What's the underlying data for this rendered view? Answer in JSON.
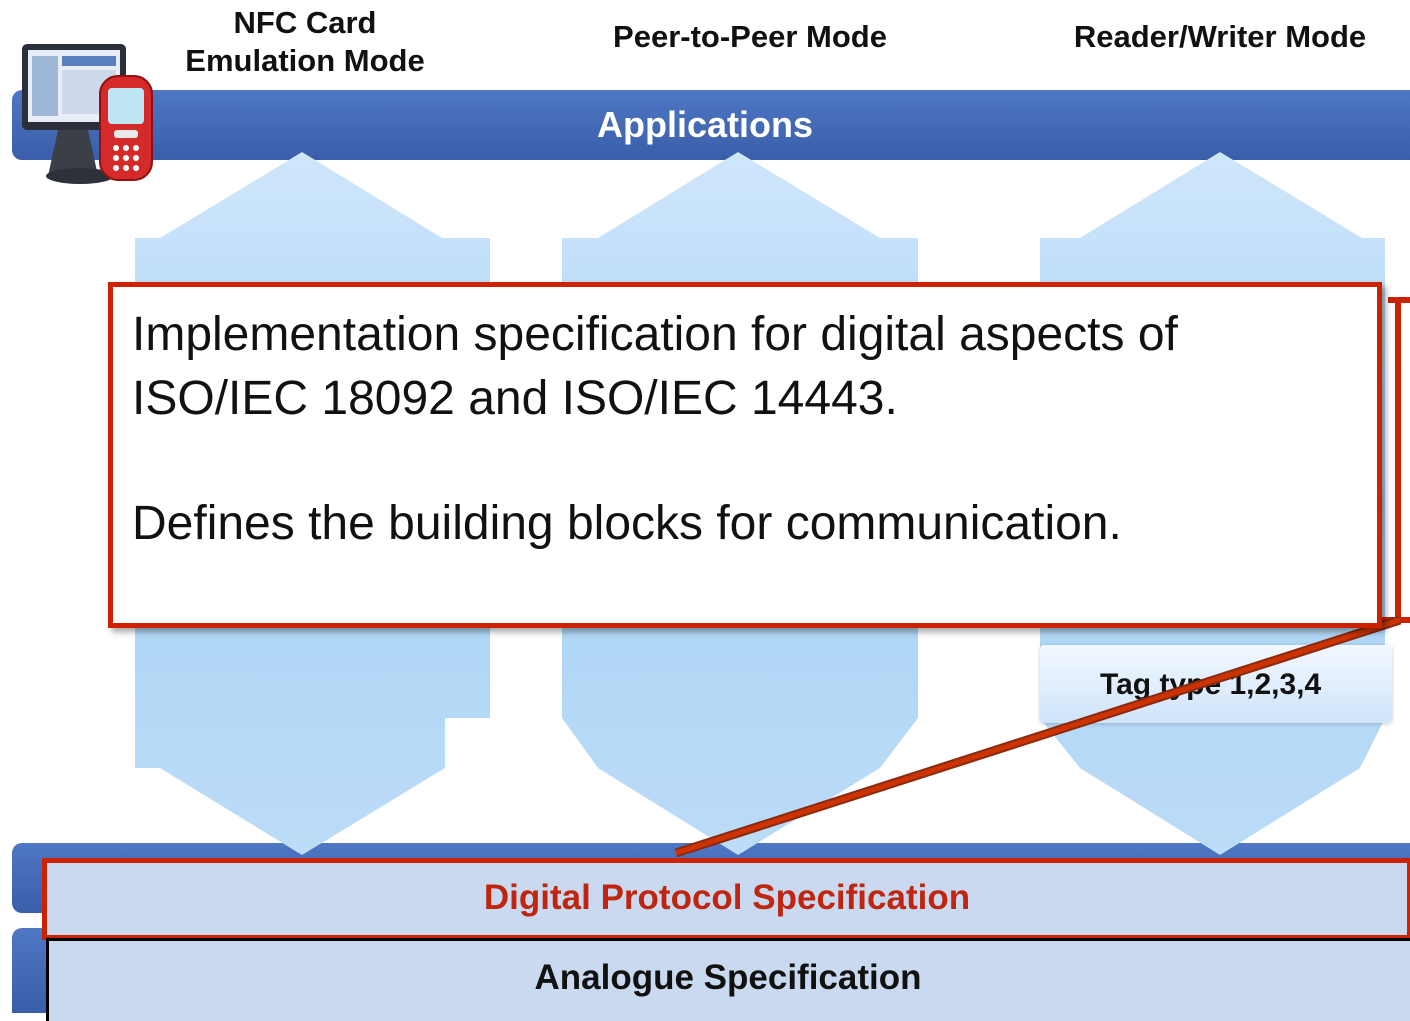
{
  "modes": {
    "nfc_card_emulation": "NFC Card\nEmulation Mode",
    "peer_to_peer": "Peer-to-Peer Mode",
    "reader_writer": "Reader/Writer Mode"
  },
  "layers": {
    "applications": "Applications",
    "digital_protocol": "Digital Protocol Specification",
    "analogue": "Analogue Specification"
  },
  "tag_types": "Tag type 1,2,3,4",
  "callout": {
    "line1": "Implementation specification for digital aspects of ISO/IEC 18092 and ISO/IEC 14443.",
    "line2": "Defines the building blocks for communication."
  },
  "colors": {
    "applications_bar": "#3f63b0",
    "highlight_border": "#cc2200",
    "digital_text": "#c0260f",
    "layer_fill": "#c8d9f0",
    "arrow_fill": "#a9d3f5"
  },
  "icons": [
    "computer-monitor-icon",
    "mobile-phone-icon"
  ]
}
